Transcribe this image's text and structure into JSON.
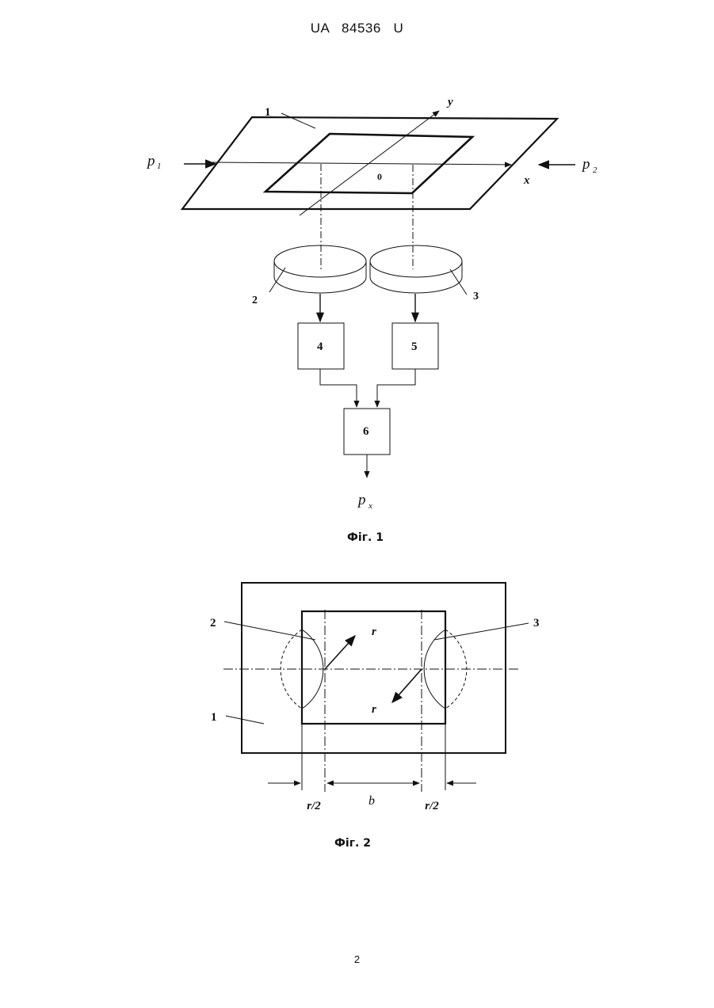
{
  "header": {
    "patent_number": "UA   84536   U"
  },
  "footer": {
    "page_number": "2"
  },
  "figure1": {
    "caption": "Фіг. 1",
    "labels": {
      "plate": "1",
      "sensor_left": "2",
      "sensor_right": "3",
      "block_4": "4",
      "block_5": "5",
      "block_6": "6",
      "origin": "0",
      "axis_x": "x",
      "axis_y": "y",
      "p1_main": "p",
      "p1_sub": "1",
      "p2_main": "p",
      "p2_sub": "2",
      "px_main": "p",
      "px_sub": "x"
    }
  },
  "figure2": {
    "caption": "Фіг. 2",
    "labels": {
      "plate": "1",
      "sensor_left": "2",
      "sensor_right": "3",
      "radius_top": "r",
      "radius_bottom": "r",
      "dim_left": "r/2",
      "dim_center": "b",
      "dim_right": "r/2"
    }
  },
  "colors": {
    "ink": "#111111",
    "paper": "#ffffff"
  }
}
